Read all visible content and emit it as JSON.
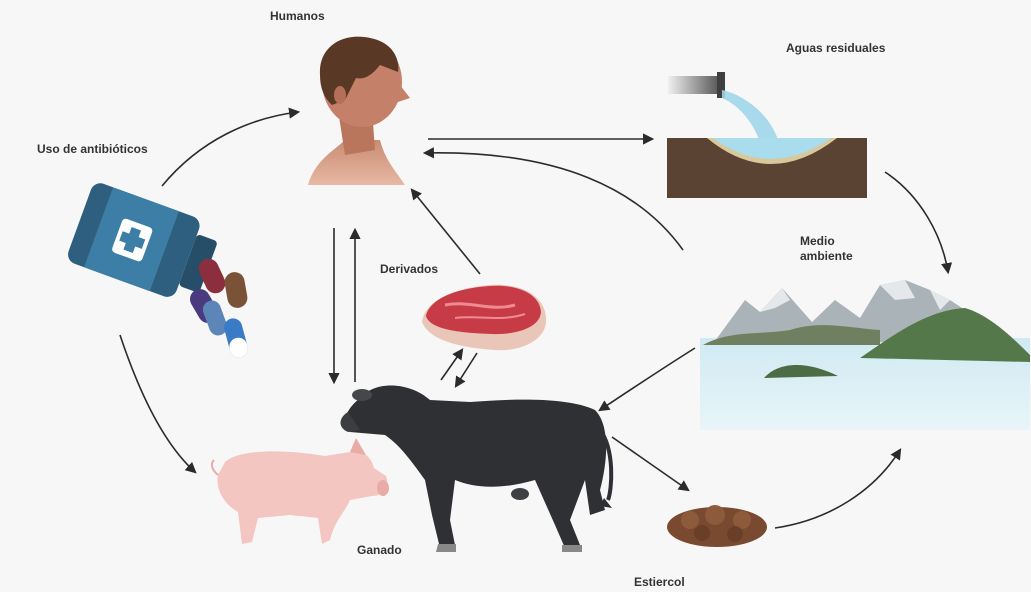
{
  "labels": {
    "humans": "Humanos",
    "antibiotic_use": "Uso de antibióticos",
    "wastewater": "Aguas residuales",
    "environment": "Medio\nambiente",
    "derived": "Derivados",
    "livestock": "Ganado",
    "manure": "Estiercol"
  },
  "colors": {
    "background": "#f7f7f7",
    "arrow": "#2b2b2b",
    "label": "#333333"
  }
}
